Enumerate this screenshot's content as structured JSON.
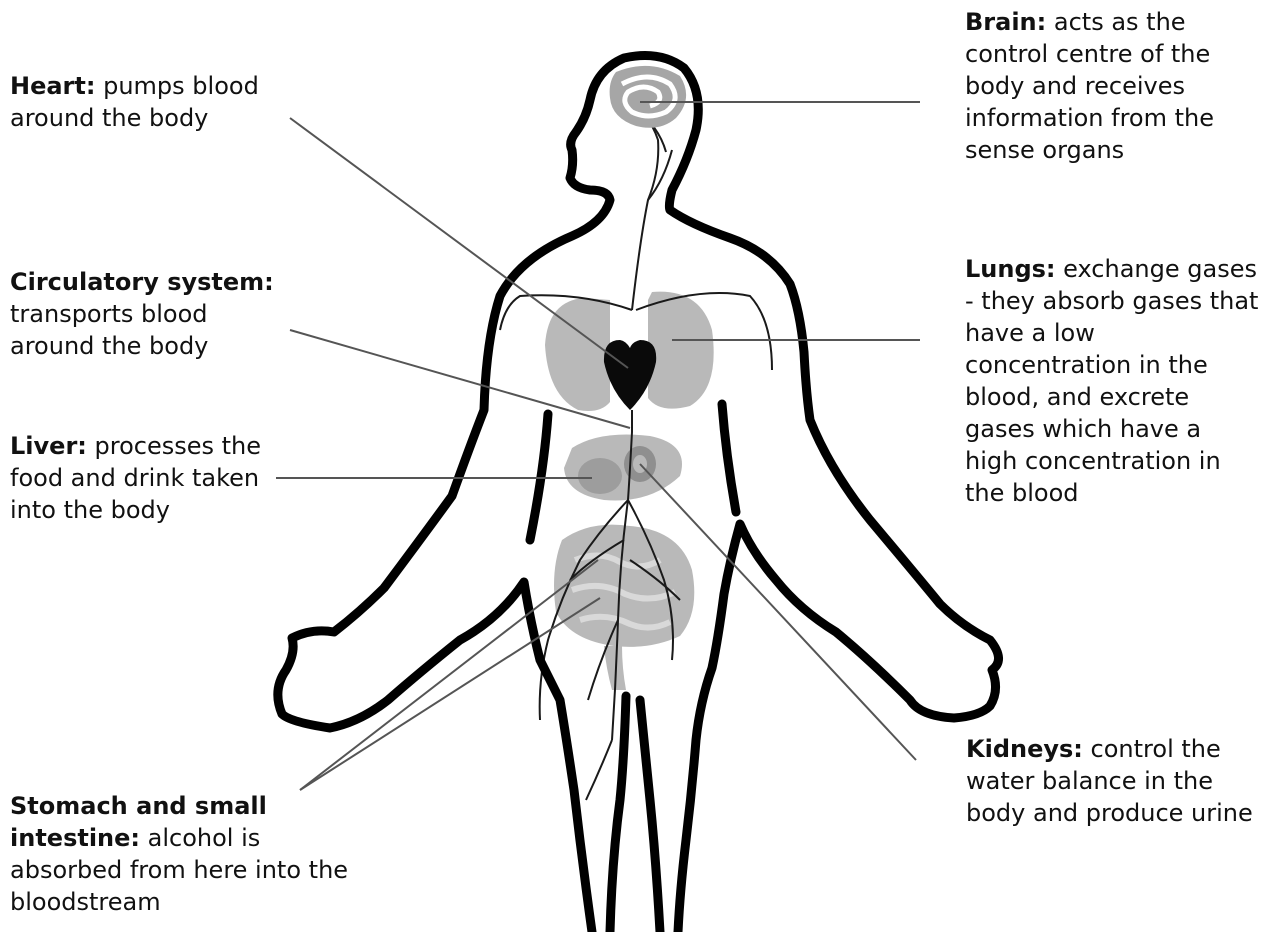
{
  "labels": {
    "heart": {
      "name": "Heart:",
      "text": "pumps blood around the body"
    },
    "circulatory": {
      "name": "Circulatory system:",
      "text": "transports blood around the body"
    },
    "liver": {
      "name": "Liver:",
      "text": "processes the food and drink taken into the body"
    },
    "stomach": {
      "name": "Stomach and small intestine:",
      "text": "alcohol is absorbed from here into the bloodstream"
    },
    "brain": {
      "name": "Brain:",
      "text": "acts as the control centre of the body and receives information from the sense organs"
    },
    "lungs": {
      "name": "Lungs:",
      "text": "exchange gases - they absorb gases that have a low concentration in the blood, and excrete gases which have a high concentration in the blood"
    },
    "kidneys": {
      "name": "Kidneys:",
      "text": "control the water balance in the body and produce urine"
    }
  },
  "colors": {
    "outline": "#000000",
    "organ_fill": "#b9b9b9",
    "brain_fill": "#a6a6a6",
    "heart_fill": "#0a0a0a",
    "leader_line": "#555555"
  }
}
